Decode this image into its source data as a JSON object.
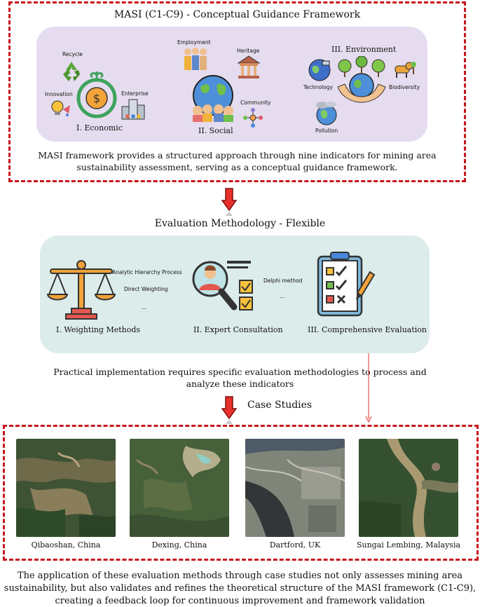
{
  "framework": {
    "title": "MASI (C1-C9) - Conceptual Guidance Framework",
    "economic": {
      "label": "I. Economic",
      "recycle": "Recycle",
      "innovation": "Innovation",
      "enterprise": "Enterprise"
    },
    "social": {
      "label": "II. Social",
      "employment": "Employment",
      "heritage": "Heritage",
      "community": "Community"
    },
    "environment": {
      "label": "III. Environment",
      "technology": "Technology",
      "biodiversity": "Biodiversity",
      "pollution": "Pollution"
    },
    "description_line1": "MASI framework provides a structured approach through nine indicators for mining area",
    "description_line2": "sustainability assessment, serving as a conceptual guidance framework."
  },
  "methodology": {
    "title": "Evaluation Methodology - Flexible",
    "weighting": {
      "label": "I. Weighting Methods",
      "ahp": "Analytic Hierarchy Process",
      "direct": "Direct Weighting",
      "more": "..."
    },
    "expert": {
      "label": "II. Expert Consultation",
      "delphi": "Delphi method",
      "more": "..."
    },
    "comprehensive": {
      "label": "III. Comprehensive Evaluation"
    },
    "description_line1": "Practical implementation requires specific evaluation methodologies to process and",
    "description_line2": "analyze these indicators"
  },
  "cases": {
    "title": "Case Studies",
    "items": [
      {
        "name": "Qibaoshan, China"
      },
      {
        "name": "Dexing, China"
      },
      {
        "name": "Dartford, UK"
      },
      {
        "name": "Sungai Lembing, Malaysia"
      }
    ]
  },
  "conclusion": {
    "line1": "The application of these evaluation methods through case studies not only assesses mining area",
    "line2": "sustainability, but also validates and refines the theoretical structure of the MASI framework (C1-C9),",
    "line3": "creating a feedback loop for continuous improvement and framework validation"
  },
  "colors": {
    "accent": "#c8161d",
    "framework_panel": "#e6dcef",
    "method_panel": "#dcecea",
    "arrow": "#e8302a"
  }
}
